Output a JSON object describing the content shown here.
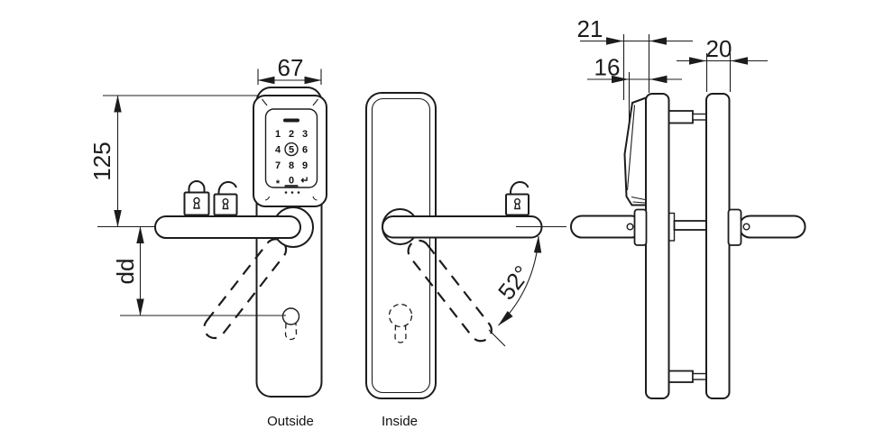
{
  "drawing": {
    "views": {
      "outside_label": "Outside",
      "inside_label": "Inside"
    },
    "dimensions": {
      "plate_width": "67",
      "top_to_handle": "125",
      "handle_to_cylinder": "dd",
      "handle_rotation_angle": "52°",
      "outside_total_depth": "21",
      "outside_plate_depth": "16",
      "inside_plate_depth": "20"
    },
    "keypad": {
      "keys": [
        "1",
        "2",
        "3",
        "4",
        "5",
        "6",
        "7",
        "8",
        "9",
        "*",
        "0",
        "↵"
      ],
      "highlighted_key": "5"
    },
    "colors": {
      "line": "#1c1c1c",
      "background": "#ffffff"
    }
  }
}
